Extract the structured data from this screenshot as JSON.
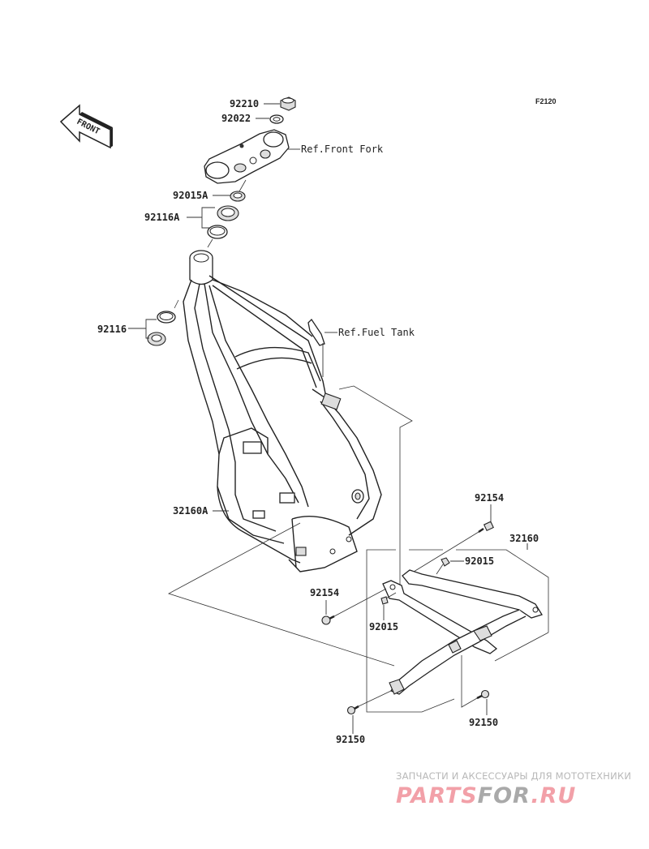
{
  "diagram": {
    "code": "F2120",
    "direction_label": "FRONT",
    "references": {
      "front_fork": "Ref.Front Fork",
      "fuel_tank": "Ref.Fuel Tank"
    },
    "callouts": {
      "nut_top": "92210",
      "washer_top": "92022",
      "seal_upper": "92015A",
      "bearing_upper": "92116A",
      "bearing_lower": "92116",
      "frame": "32160A",
      "subframe": "32160",
      "bolt_right": "92154",
      "bolt_left": "92154",
      "collar_right": "92015",
      "collar_left": "92015",
      "bolt_lower_left": "92150",
      "bolt_lower_right": "92150"
    }
  },
  "watermark": {
    "tagline": "ЗАПЧАСТИ И АКСЕССУАРЫ ДЛЯ МОТОТЕХНИКИ",
    "logo_part1": "PARTS",
    "logo_part2": "FOR",
    "logo_part3": ".RU"
  }
}
